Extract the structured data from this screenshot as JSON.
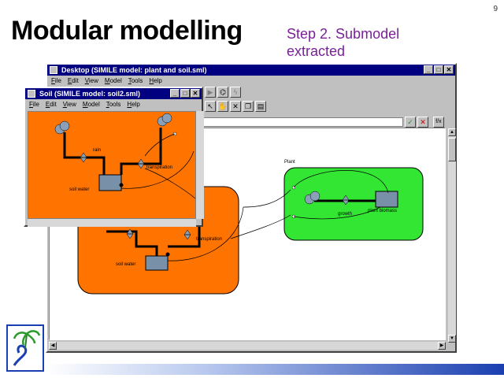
{
  "slide": {
    "title": "Modular modelling",
    "page_number": "9",
    "subtitle_line1": "Step 2.  Submodel",
    "subtitle_line2": "extracted"
  },
  "desktop_window": {
    "title": "Desktop (SIMILE model: plant and soil.sml)",
    "menu": [
      "File",
      "Edit",
      "View",
      "Model",
      "Tools",
      "Help"
    ],
    "submodels": {
      "plant_label": "Plant",
      "plant_biomass": "plant biomass",
      "growth": "growth",
      "transpiration": "transpiration",
      "soil_water": "soil water"
    },
    "colors": {
      "soil_submodel": "#ff7300",
      "plant_submodel": "#33e633"
    }
  },
  "soil_window": {
    "title": "Soil (SIMILE model: soil2.sml)",
    "menu": [
      "File",
      "Edit",
      "View",
      "Model",
      "Tools",
      "Help"
    ],
    "labels": {
      "rain": "rain",
      "transpiration": "transpiration",
      "soil_water": "soil water"
    },
    "colors": {
      "background": "#ff7300"
    }
  },
  "window_controls": {
    "minimize": "_",
    "maximize": "□",
    "close": "✕"
  },
  "toolbar_icons": [
    "play-icon",
    "binoculars-icon",
    "pointer-icon",
    "hand-icon",
    "delete-icon",
    "copy-icon",
    "paste-icon"
  ],
  "logo_icon": "palm-tree-icon"
}
